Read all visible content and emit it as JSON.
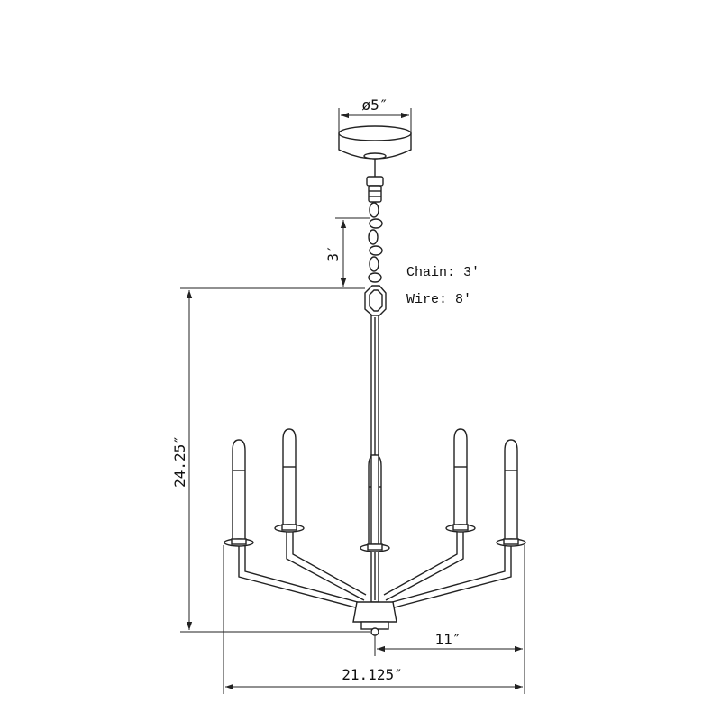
{
  "dimensions": {
    "canopy_diameter": "ø5″",
    "chain_length": "3′",
    "height": "24.25″",
    "radius": "11″",
    "width": "21.125″"
  },
  "notes": {
    "chain": "Chain: 3′",
    "wire": "Wire: 8′"
  }
}
